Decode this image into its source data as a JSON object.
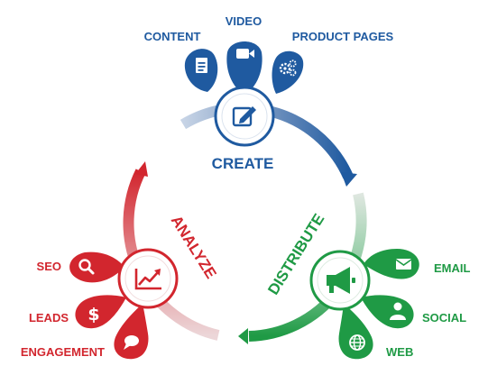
{
  "cycle": {
    "create": {
      "title": "CREATE",
      "color": "#1f5aa0",
      "items": [
        {
          "label": "CONTENT",
          "icon": "document-icon"
        },
        {
          "label": "VIDEO",
          "icon": "video-camera-icon"
        },
        {
          "label": "PRODUCT PAGES",
          "icon": "gears-icon"
        }
      ],
      "hub_icon": "pencil-edit-icon"
    },
    "distribute": {
      "title": "DISTRIBUTE",
      "color": "#1f9a45",
      "items": [
        {
          "label": "EMAIL",
          "icon": "envelope-icon"
        },
        {
          "label": "SOCIAL",
          "icon": "person-icon"
        },
        {
          "label": "WEB",
          "icon": "globe-icon"
        }
      ],
      "hub_icon": "megaphone-icon"
    },
    "analyze": {
      "title": "ANALYZE",
      "color": "#d2262e",
      "items": [
        {
          "label": "SEO",
          "icon": "magnifier-icon"
        },
        {
          "label": "LEADS",
          "icon": "dollar-icon"
        },
        {
          "label": "ENGAGEMENT",
          "icon": "speech-bubble-icon"
        }
      ],
      "hub_icon": "trend-chart-icon"
    }
  }
}
